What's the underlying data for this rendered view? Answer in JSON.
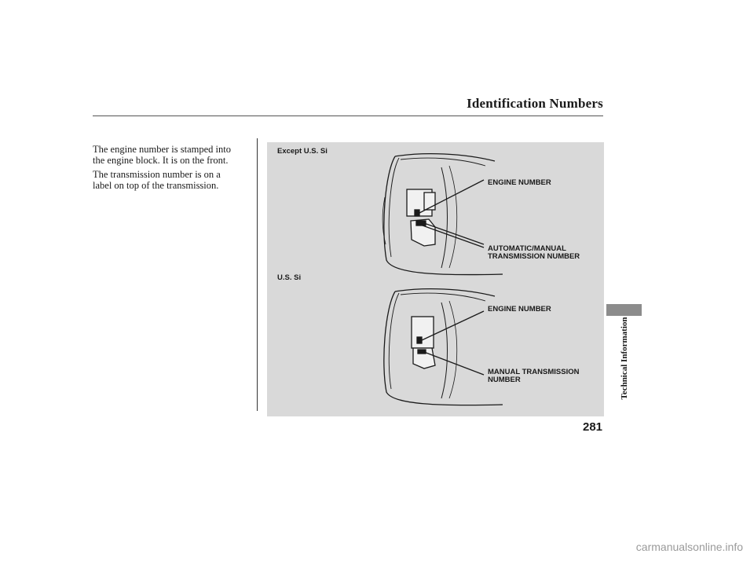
{
  "header": {
    "title": "Identification Numbers"
  },
  "body": {
    "paragraphs": [
      [
        "The engine number is stamped into",
        "the engine block. It is on the front."
      ],
      [
        "The transmission number is on a",
        "label on top of the transmission."
      ]
    ]
  },
  "figure": {
    "top_panel": {
      "caption": "Except U.S. Si",
      "callouts": [
        {
          "lines": [
            "ENGINE NUMBER"
          ]
        },
        {
          "lines": [
            "AUTOMATIC/MANUAL",
            "TRANSMISSION NUMBER"
          ]
        }
      ]
    },
    "bottom_panel": {
      "caption": "U.S. Si",
      "callouts": [
        {
          "lines": [
            "ENGINE NUMBER"
          ]
        },
        {
          "lines": [
            "MANUAL TRANSMISSION",
            "NUMBER"
          ]
        }
      ]
    }
  },
  "sidebar": {
    "section_label": "Technical Information"
  },
  "footer": {
    "page_number": "281",
    "watermark": "carmanualsonline.info"
  }
}
